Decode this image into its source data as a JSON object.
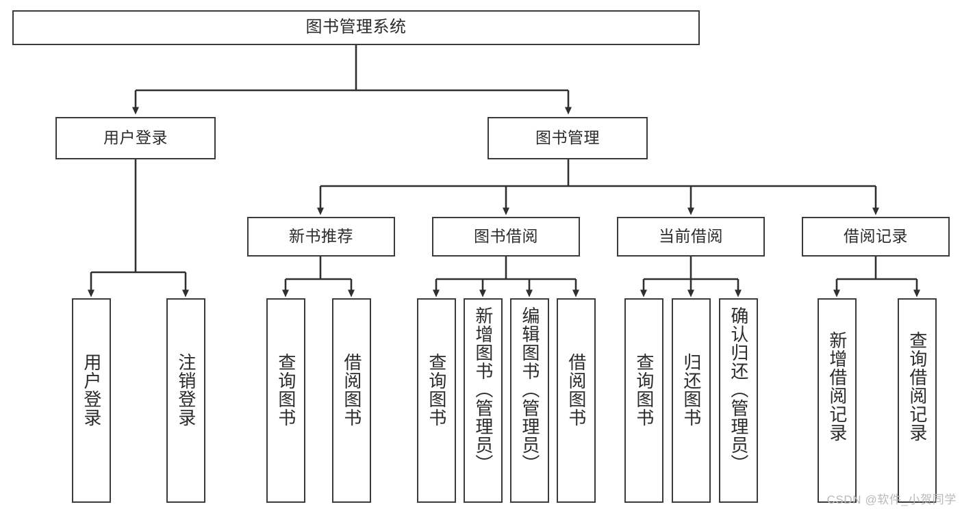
{
  "diagram": {
    "type": "hierarchy-tree",
    "title": "图书管理系统",
    "watermark": "CSDN @软件_小贺同学",
    "colors": {
      "stroke": "#3a3a3a",
      "fill": "#ffffff",
      "text": "#2b2b2b",
      "watermark": "#b9b9b9"
    },
    "nodes": {
      "root": {
        "label": "图书管理系统"
      },
      "level2": [
        {
          "label": "用户登录"
        },
        {
          "label": "图书管理"
        }
      ],
      "level3": [
        {
          "label": "新书推荐"
        },
        {
          "label": "图书借阅"
        },
        {
          "label": "当前借阅"
        },
        {
          "label": "借阅记录"
        }
      ],
      "leaves": {
        "user_login": [
          {
            "label": "用户登录"
          },
          {
            "label": "注销登录"
          }
        ],
        "new_book": [
          {
            "label": "查询图书"
          },
          {
            "label": "借阅图书"
          }
        ],
        "book_borrow": [
          {
            "label": "查询图书"
          },
          {
            "label": "新增图书（管理员）"
          },
          {
            "label": "编辑图书（管理员）"
          },
          {
            "label": "借阅图书"
          }
        ],
        "current_borrow": [
          {
            "label": "查询图书"
          },
          {
            "label": "归还图书"
          },
          {
            "label": "确认归还（管理员）"
          }
        ],
        "borrow_record": [
          {
            "label": "新增借阅记录"
          },
          {
            "label": "查询借阅记录"
          }
        ]
      }
    }
  }
}
